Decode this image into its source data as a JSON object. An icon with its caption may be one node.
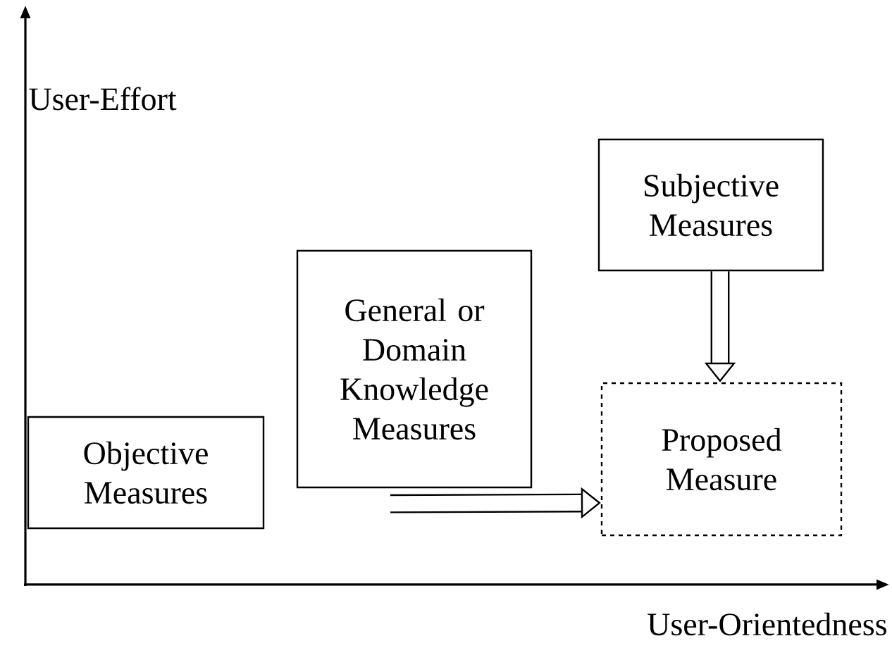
{
  "diagram": {
    "nodes": [
      {
        "text": [
          "Objective Measures"
        ]
      },
      {
        "text": [
          "General or Domain Knowledge Measures"
        ]
      },
      {
        "text": [
          "Subjective Measures"
        ]
      },
      {
        "text": [
          "Proposed Measure"
        ]
      }
    ],
    "edges": [
      {
        "from": 1,
        "to": 3,
        "arrow": "to"
      },
      {
        "from": 2,
        "to": 3,
        "arrow": "to"
      }
    ],
    "labels": [
      "User-Effort",
      "User-Orientedness"
    ]
  }
}
